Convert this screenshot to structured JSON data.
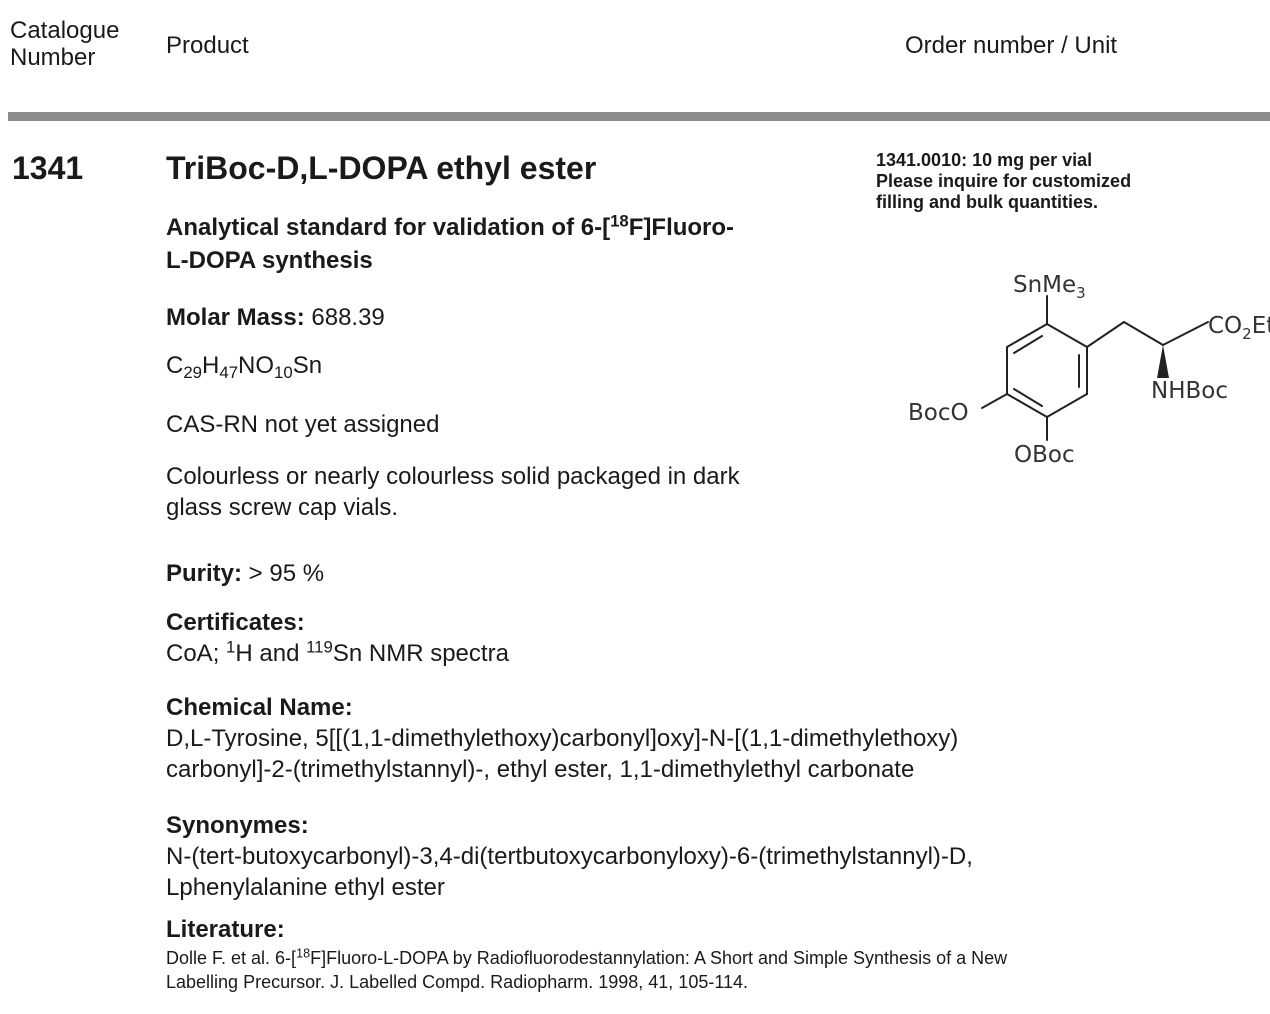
{
  "header": {
    "col_catalogue_line1": "Catalogue",
    "col_catalogue_line2": "Number",
    "col_product": "Product",
    "col_order": "Order number / Unit"
  },
  "product": {
    "catalogue_number": "1341",
    "title": "TriBoc-D,L-DOPA ethyl ester",
    "subtitle_part1": "Analytical standard for validation of 6-[",
    "subtitle_sup": "18",
    "subtitle_part2": "F]Fluoro-",
    "subtitle_line2": "L-DOPA synthesis",
    "molar_mass_label": "Molar Mass:",
    "molar_mass_value": " 688.39",
    "formula": {
      "c": "C",
      "c_n": "29",
      "h": "H",
      "h_n": "47",
      "no": "NO",
      "o_n": "10",
      "sn": "Sn"
    },
    "cas": "CAS-RN not yet assigned",
    "description_line1": "Colourless or nearly colourless solid packaged in dark",
    "description_line2": "glass screw cap vials.",
    "purity_label": "Purity:",
    "purity_value": " > 95 %",
    "certificates_label": "Certificates:",
    "certificates": {
      "part1": "CoA; ",
      "sup1": "1",
      "part2": "H and ",
      "sup2": "119",
      "part3": "Sn NMR spectra"
    },
    "chemical_name_label": "Chemical Name:",
    "chemical_name_line1": "D,L-Tyrosine, 5[[(1,1-dimethylethoxy)carbonyl]oxy]-N-[(1,1-dimethylethoxy)",
    "chemical_name_line2": "carbonyl]-2-(trimethylstannyl)-, ethyl ester, 1,1-dimethylethyl carbonate",
    "synonymes_label": "Synonymes:",
    "synonymes_line1": "N-(tert-butoxycarbonyl)-3,4-di(tertbutoxycarbonyloxy)-6-(trimethylstannyl)-D,",
    "synonymes_line2": "Lphenylalanine ethyl ester",
    "literature_label": "Literature:",
    "literature": {
      "part1": "Dolle F. et al. 6-[",
      "sup": "18",
      "part2": "F]Fluoro-L-DOPA by Radiofluorodestannylation: A Short and Simple Synthesis of a New",
      "line2": "Labelling Precursor. J. Labelled Compd. Radiopharm. 1998, 41, 105-114."
    }
  },
  "order": {
    "line1": "1341.0010: 10 mg per vial",
    "line2": "Please inquire for customized",
    "line3": "filling and bulk quantities."
  },
  "structure": {
    "sn": "SnMe",
    "sn_sub": "3",
    "co2et_a": "CO",
    "co2et_sub": "2",
    "co2et_b": "Et",
    "nhboc": "NHBoc",
    "boco": "BocO",
    "oboc": "OBoc"
  }
}
